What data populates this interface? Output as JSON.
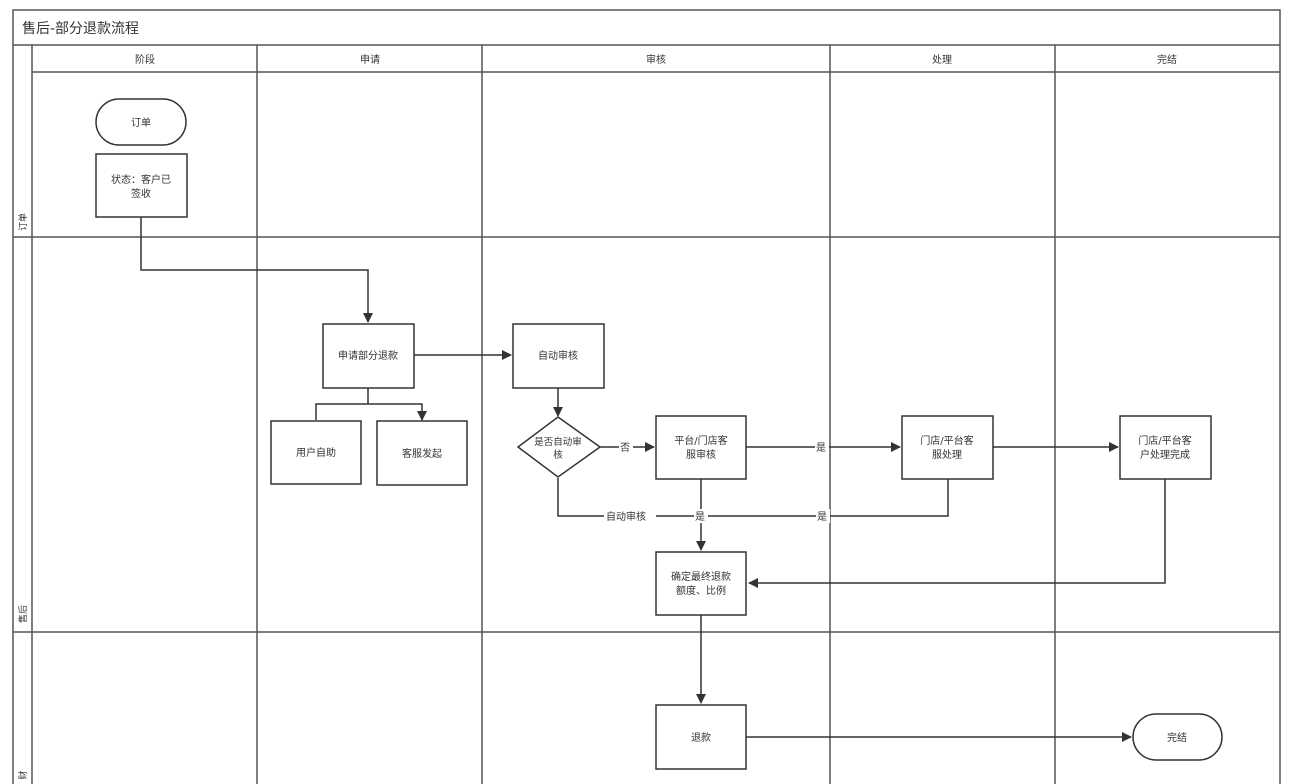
{
  "title": "售后-部分退款流程",
  "columns": [
    "阶段",
    "申请",
    "审核",
    "处理",
    "完结"
  ],
  "lanes": [
    "订单",
    "售后",
    "财"
  ],
  "nodes": {
    "order": "订单",
    "status_line1": "状态：客户已",
    "status_line2": "签收",
    "apply_partial": "申请部分退款",
    "user_self": "用户自助",
    "cs_initiate": "客服发起",
    "auto_review": "自动审核",
    "is_auto_line1": "是否自动审",
    "is_auto_line2": "核",
    "platform_review_line1": "平台/门店客",
    "platform_review_line2": "服审核",
    "store_handle_line1": "门店/平台客",
    "store_handle_line2": "服处理",
    "store_done_line1": "门店/平台客",
    "store_done_line2": "户处理完成",
    "confirm_line1": "确定最终退款",
    "confirm_line2": "额度、比例",
    "refund": "退款",
    "finish": "完结"
  },
  "edge_labels": {
    "no": "否",
    "yes_1": "是",
    "auto_review": "自动审核",
    "yes_2": "是",
    "yes_3": "是"
  }
}
